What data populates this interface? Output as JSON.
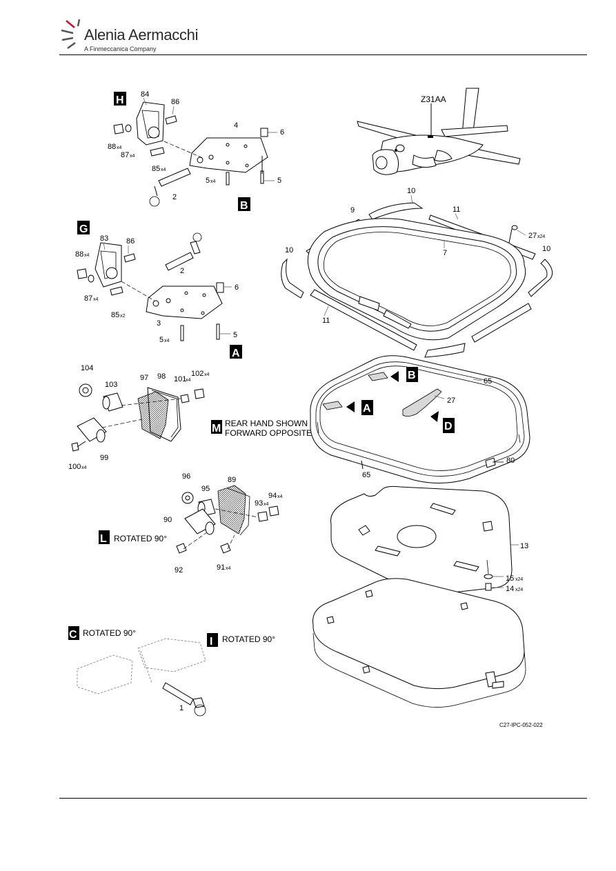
{
  "header": {
    "brand": "Alenia Aermacchi",
    "subtitle": "A Finmeccanica Company"
  },
  "figure_code": "C27-IPC-052-022",
  "aircraft_code": "Z31AA",
  "view_letters": {
    "H": "H",
    "G": "G",
    "B": "B",
    "A": "A",
    "M": "M",
    "L": "L",
    "C": "C",
    "I": "I",
    "D": "D"
  },
  "captions": {
    "m_line1": "REAR HAND SHOWN",
    "m_line2": "FORWARD OPPOSITE",
    "l": "ROTATED 90°",
    "c": "ROTATED 90°",
    "i": "ROTATED 90°"
  },
  "callouts": {
    "c84": "84",
    "c86h": "86",
    "c88h": "88",
    "c88hq": "x4",
    "c87h": "87",
    "c87hq": "x4",
    "c85h": "85",
    "c85hq": "x4",
    "c4": "4",
    "c6b": "6",
    "c5bl": "5",
    "c5blq": "x4",
    "c5br": "5",
    "c2h": "2",
    "c83": "83",
    "c86g": "86",
    "c88g": "88",
    "c88gq": "x4",
    "c2g": "2",
    "c6a": "6",
    "c87g": "87",
    "c87gq": "x4",
    "c85g": "85",
    "c85gq": "x2",
    "c3": "3",
    "c5al": "5",
    "c5alq": "x4",
    "c5ar": "5",
    "c104": "104",
    "c103": "103",
    "c97": "97",
    "c98": "98",
    "c101": "101",
    "c101q": "x4",
    "c102": "102",
    "c102q": "x4",
    "c99": "99",
    "c100": "100",
    "c100q": "x4",
    "c96": "96",
    "c95": "95",
    "c89": "89",
    "c90": "90",
    "c93": "93",
    "c93q": "x4",
    "c94": "94",
    "c94q": "x4",
    "c92": "92",
    "c91": "91",
    "c91q": "x4",
    "c1": "1",
    "c10t": "10",
    "c9": "9",
    "c11t": "11",
    "c27s": "27",
    "c27sq": "x24",
    "c10l": "10",
    "c7": "7",
    "c10r": "10",
    "c11b": "11",
    "c65t": "65",
    "c27d": "27",
    "c65b": "65",
    "c80": "80",
    "c13": "13",
    "c15": "15",
    "c15q": "x24",
    "c14": "14",
    "c14q": "x24"
  }
}
